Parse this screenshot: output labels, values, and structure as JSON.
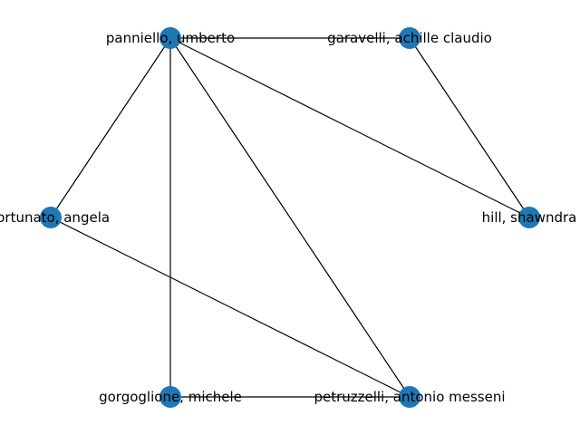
{
  "graph": {
    "node_color": "#1f77b4",
    "edge_color": "#000000",
    "nodes": [
      {
        "id": "panniello",
        "label": "panniello, umberto"
      },
      {
        "id": "garavelli",
        "label": "garavelli, achille claudio"
      },
      {
        "id": "fortunato",
        "label": "fortunato, angela"
      },
      {
        "id": "hill",
        "label": "hill, shawndra"
      },
      {
        "id": "gorgoglione",
        "label": "gorgoglione, michele"
      },
      {
        "id": "petruzzelli",
        "label": "petruzzelli, antonio messeni"
      }
    ],
    "edges": [
      [
        "panniello",
        "garavelli"
      ],
      [
        "panniello",
        "fortunato"
      ],
      [
        "panniello",
        "hill"
      ],
      [
        "panniello",
        "gorgoglione"
      ],
      [
        "panniello",
        "petruzzelli"
      ],
      [
        "garavelli",
        "hill"
      ],
      [
        "fortunato",
        "petruzzelli"
      ],
      [
        "gorgoglione",
        "petruzzelli"
      ]
    ]
  }
}
